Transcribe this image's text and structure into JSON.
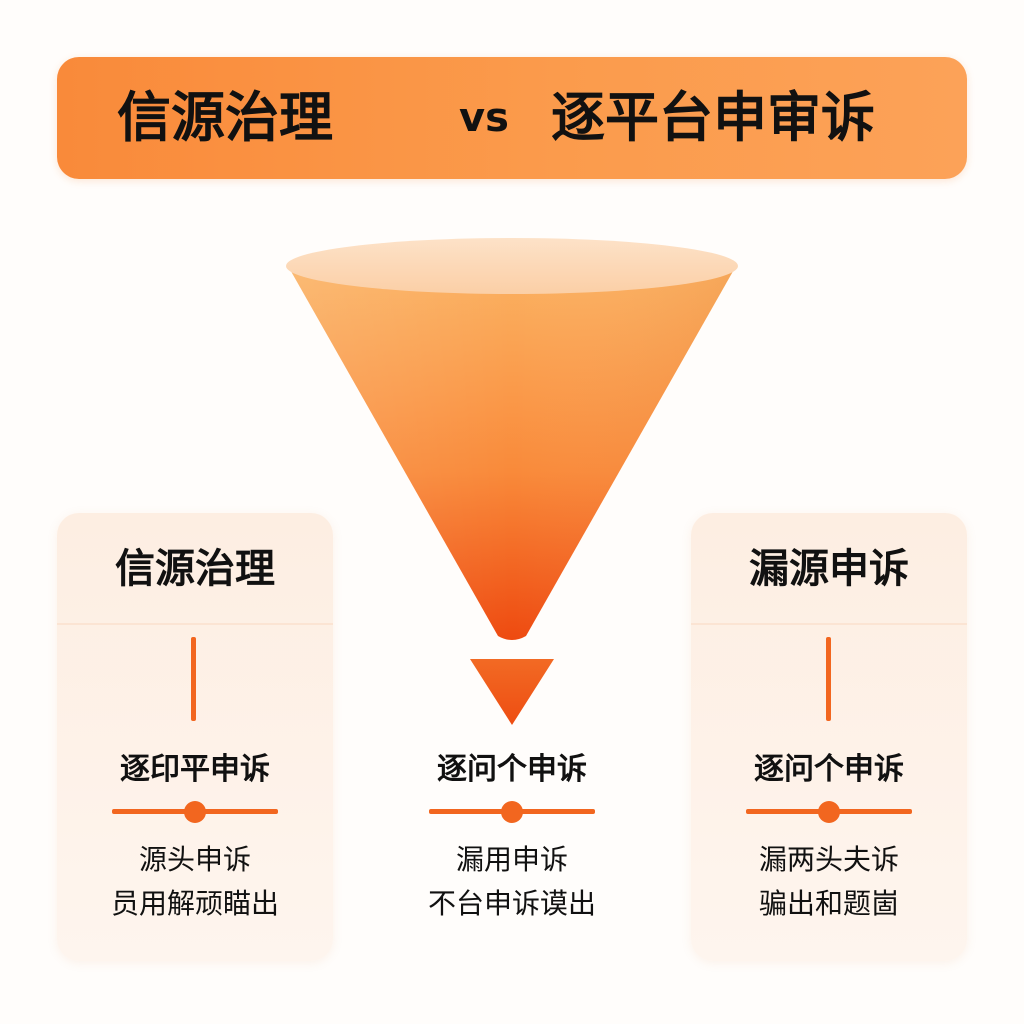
{
  "banner": {
    "left": "信源治理",
    "vs": "vs",
    "right": "逐平台申审诉"
  },
  "colors": {
    "accent": "#f2661f",
    "banner_start": "#f98a3a",
    "banner_end": "#fca258",
    "funnel_top": "#fbb06a",
    "funnel_bottom": "#ee4d12",
    "card_bg": "#fdeee2"
  },
  "left_card": {
    "title": "信源治理",
    "label": "逐印平申诉",
    "desc_line1": "源头申诉",
    "desc_line2": "员用解顽瞄出"
  },
  "center": {
    "label": "逐问个申诉",
    "desc_line1": "漏用申诉",
    "desc_line2": "不台申诉谟出"
  },
  "right_card": {
    "title": "漏源申诉",
    "label": "逐问个申诉",
    "desc_line1": "漏两头夫诉",
    "desc_line2": "骗出和题崮"
  }
}
